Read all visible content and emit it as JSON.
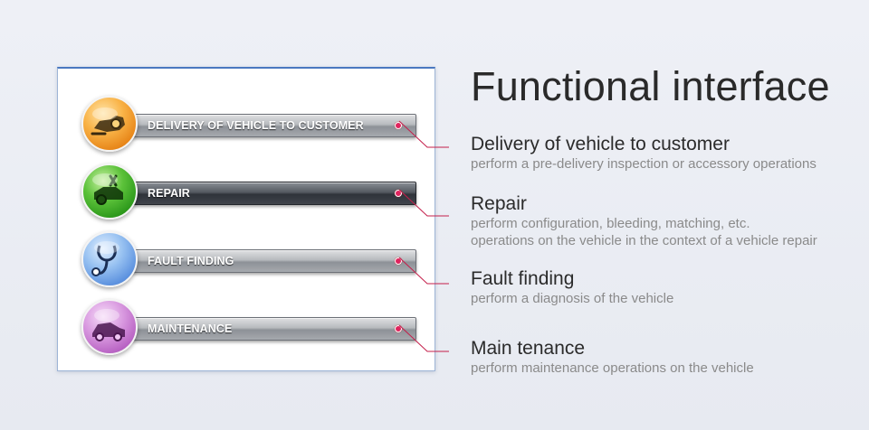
{
  "heading": "Functional interface",
  "menu": [
    {
      "label": "DELIVERY OF VEHICLE TO CUSTOMER",
      "icon": "delivery-vehicle-icon",
      "color": "#f0a030",
      "active": false
    },
    {
      "label": "REPAIR",
      "icon": "repair-tools-icon",
      "color": "#3fae2a",
      "active": true
    },
    {
      "label": "FAULT FINDING",
      "icon": "stethoscope-icon",
      "color": "#7aaae8",
      "active": false
    },
    {
      "label": "MAINTENANCE",
      "icon": "maintenance-car-icon",
      "color": "#c77ad0",
      "active": false
    }
  ],
  "descriptions": [
    {
      "title": "Delivery of vehicle to customer",
      "lines": [
        "perform a pre-delivery inspection or accessory operations"
      ]
    },
    {
      "title": "Repair",
      "lines": [
        "perform configuration, bleeding, matching, etc.",
        "operations on the vehicle in the context of a vehicle repair"
      ]
    },
    {
      "title": "Fault finding",
      "lines": [
        "perform a diagnosis of the vehicle"
      ]
    },
    {
      "title": "Main tenance",
      "lines": [
        "perform maintenance operations on the vehicle"
      ]
    }
  ],
  "colors": {
    "accent_line": "#c41e4a",
    "panel_border": "#4a78c0"
  }
}
